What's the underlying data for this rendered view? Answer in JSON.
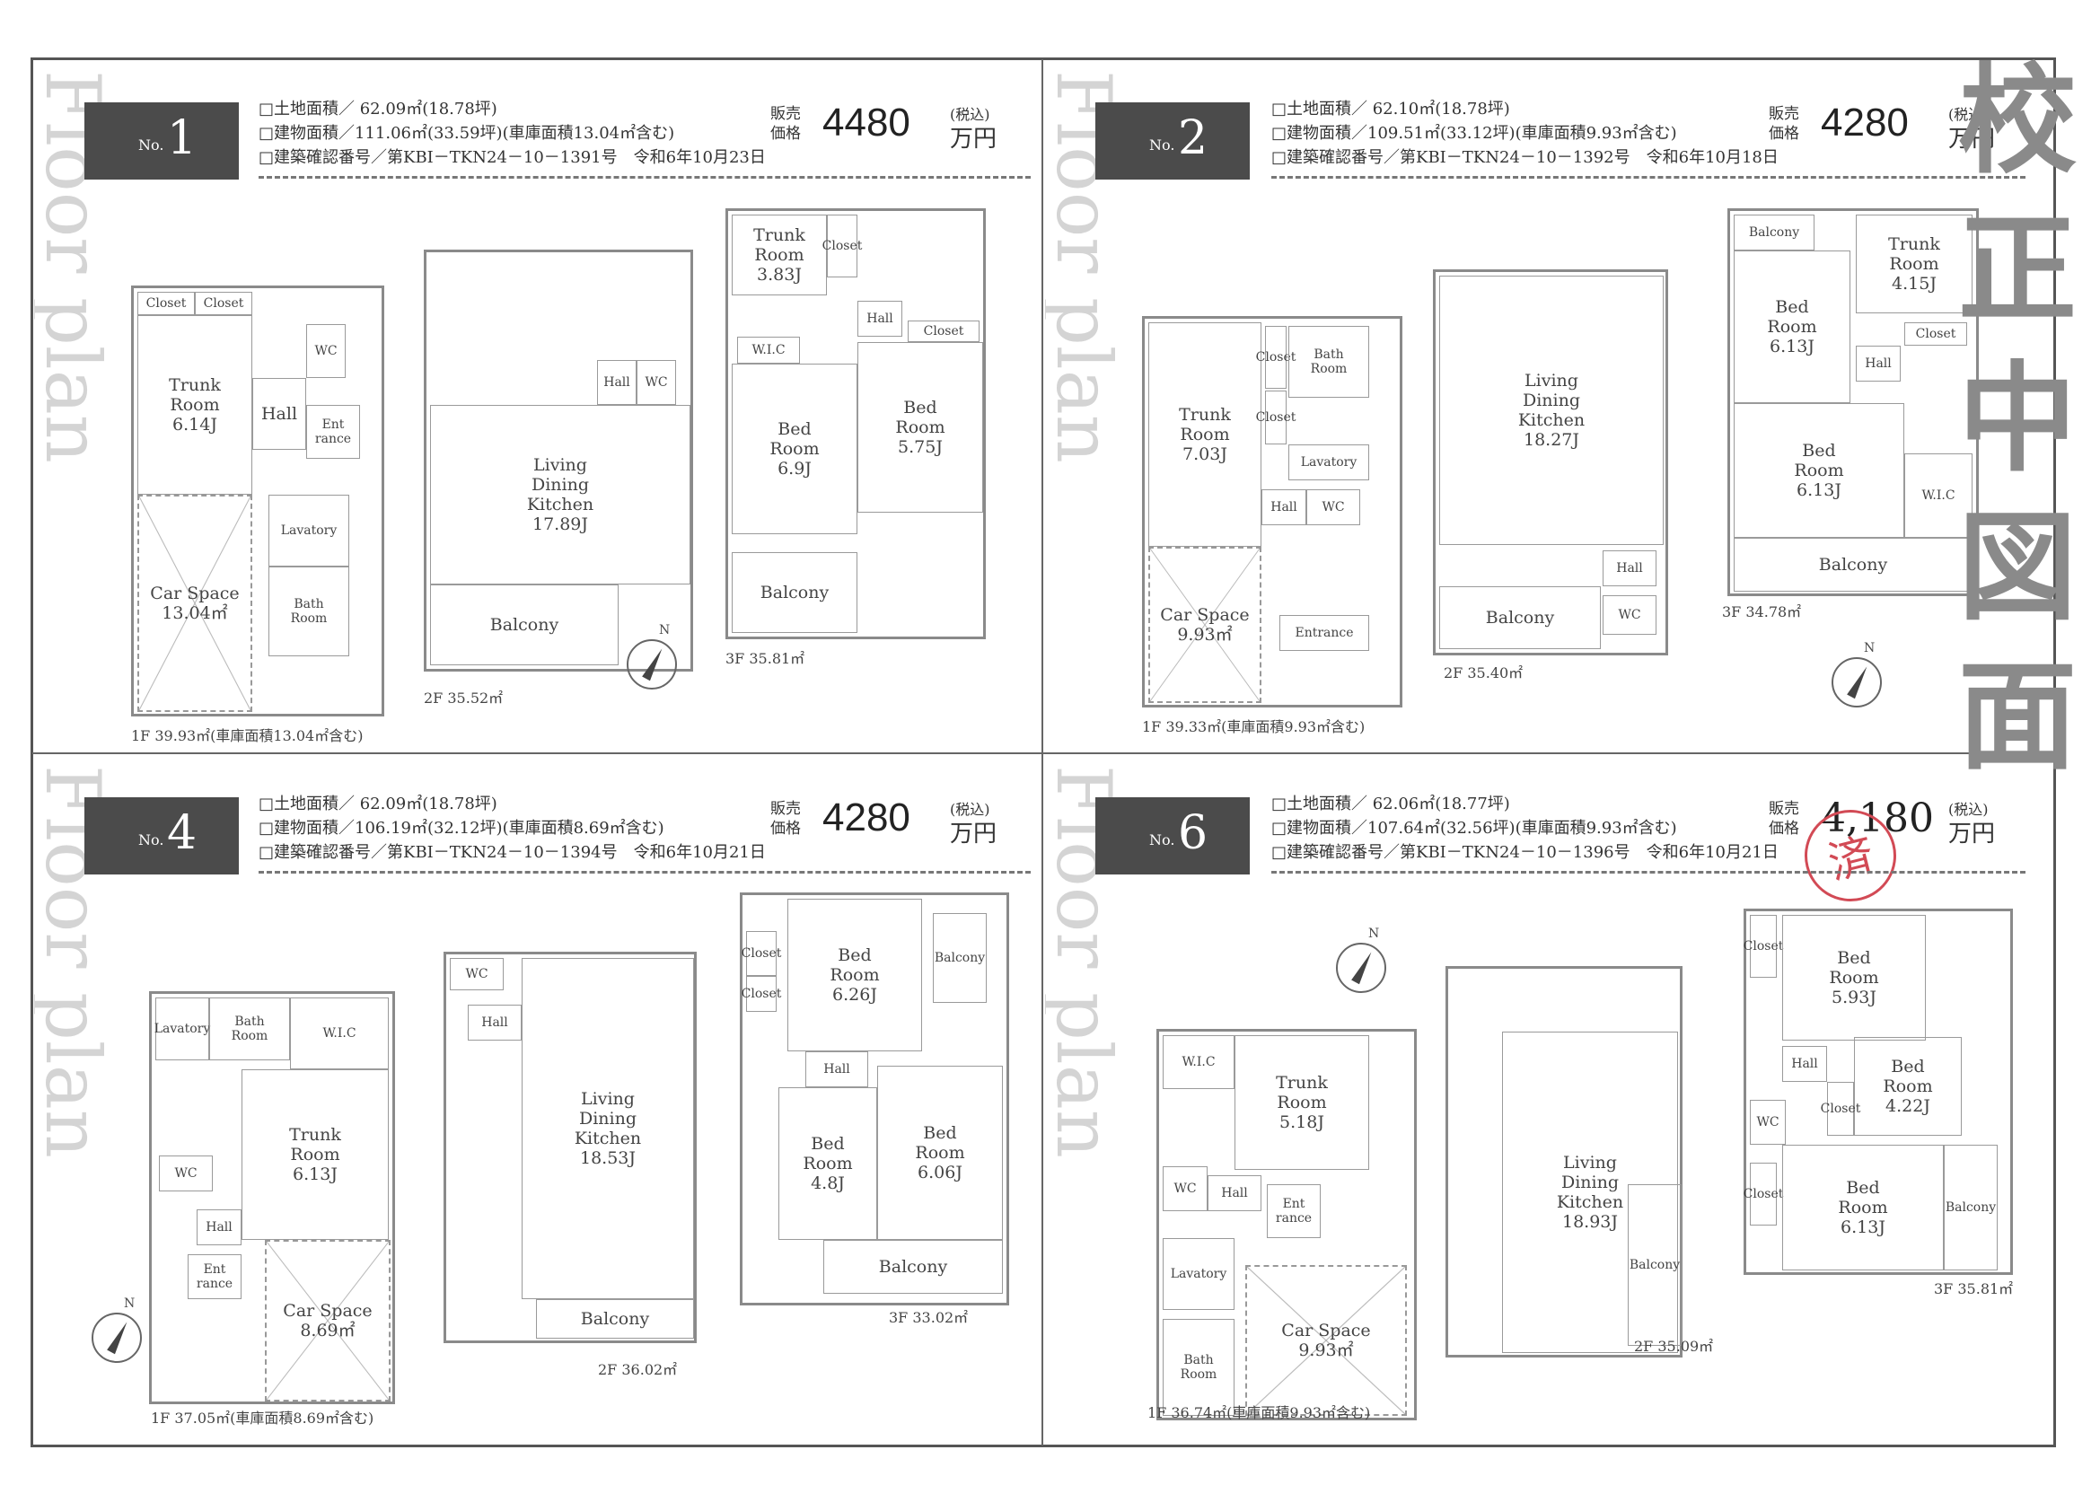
{
  "watermark_text": "Floor plan",
  "stamp_vertical": [
    "校",
    "正",
    "中",
    "図",
    "面"
  ],
  "labels": {
    "price_label": "販売\n価格",
    "tax": "(税込)",
    "unit": "万円",
    "north": "N"
  },
  "properties": [
    {
      "no_prefix": "No.",
      "no": "1",
      "land": "□土地面積／ 62.09㎡(18.78坪)",
      "building": "□建物面積／111.06㎡(33.59坪)(車庫面積13.04㎡含む)",
      "permit": "□建築確認番号／第KBI－TKN24－10－1391号　令和6年10月23日",
      "price": "4480",
      "sold": false,
      "floors": {
        "f1": "1F 39.93㎡(車庫面積13.04㎡含む)",
        "f2": "2F 35.52㎡",
        "f3": "3F 35.81㎡"
      },
      "rooms": {
        "trunk": "Trunk\nRoom\n6.14J",
        "car": "Car Space\n13.04㎡",
        "hall": "Hall",
        "entrance": "Ent\nrance",
        "lavatory": "Lavatory",
        "bath": "Bath\nRoom",
        "wc": "WC",
        "closet": "Closet",
        "closet2": "Closet",
        "ldk": "Living\nDining\nKitchen\n17.89J",
        "balcony2": "Balcony",
        "hall2": "Hall",
        "wc2": "WC",
        "trunk3": "Trunk\nRoom\n3.83J",
        "closet3": "Closet",
        "hall3": "Hall",
        "wic": "W.I.C",
        "bed_a": "Bed\nRoom\n6.9J",
        "bed_b": "Bed\nRoom\n5.75J",
        "closet4": "Closet",
        "balcony3": "Balcony"
      }
    },
    {
      "no_prefix": "No.",
      "no": "2",
      "land": "□土地面積／ 62.10㎡(18.78坪)",
      "building": "□建物面積／109.51㎡(33.12坪)(車庫面積9.93㎡含む)",
      "permit": "□建築確認番号／第KBI－TKN24－10－1392号　令和6年10月18日",
      "price": "4280",
      "sold": false,
      "floors": {
        "f1": "1F 39.33㎡(車庫面積9.93㎡含む)",
        "f2": "2F 35.40㎡",
        "f3": "3F 34.78㎡"
      },
      "rooms": {
        "trunk": "Trunk\nRoom\n7.03J",
        "car": "Car Space\n9.93㎡",
        "bath": "Bath\nRoom",
        "lavatory": "Lavatory",
        "hall": "Hall",
        "wc": "WC",
        "entrance": "Entrance",
        "closet": "Closet",
        "closet2": "Closet",
        "ldk": "Living\nDining\nKitchen\n18.27J",
        "balcony2": "Balcony",
        "hall2": "Hall",
        "wc2": "WC",
        "balcony3a": "Balcony",
        "trunk3": "Trunk\nRoom\n4.15J",
        "bed_a": "Bed\nRoom\n6.13J",
        "bed_b": "Bed\nRoom\n6.13J",
        "hall3": "Hall",
        "closet3": "Closet",
        "wic": "W.I.C",
        "balcony3": "Balcony"
      }
    },
    {
      "no_prefix": "No.",
      "no": "4",
      "land": "□土地面積／ 62.09㎡(18.78坪)",
      "building": "□建物面積／106.19㎡(32.12坪)(車庫面積8.69㎡含む)",
      "permit": "□建築確認番号／第KBI－TKN24－10－1394号　令和6年10月21日",
      "price": "4280",
      "sold": false,
      "floors": {
        "f1": "1F 37.05㎡(車庫面積8.69㎡含む)",
        "f2": "2F 36.02㎡",
        "f3": "3F 33.02㎡"
      },
      "rooms": {
        "lavatory": "Lavatory",
        "bath": "Bath\nRoom",
        "wic": "W.I.C",
        "trunk": "Trunk\nRoom\n6.13J",
        "wc": "WC",
        "hall": "Hall",
        "entrance": "Ent\nrance",
        "car": "Car Space\n8.69㎡",
        "wc2": "WC",
        "hall2": "Hall",
        "ldk": "Living\nDining\nKitchen\n18.53J",
        "balcony2": "Balcony",
        "bed_a": "Bed\nRoom\n6.26J",
        "balcony3a": "Balcony",
        "closet3": "Closet",
        "closet4": "Closet",
        "hall3": "Hall",
        "bed_b": "Bed\nRoom\n4.8J",
        "bed_c": "Bed\nRoom\n6.06J",
        "balcony3": "Balcony"
      }
    },
    {
      "no_prefix": "No.",
      "no": "6",
      "land": "□土地面積／ 62.06㎡(18.77坪)",
      "building": "□建物面積／107.64㎡(32.56坪)(車庫面積9.93㎡含む)",
      "permit": "□建築確認番号／第KBI－TKN24－10－1396号　令和6年10月21日",
      "price": "4,180",
      "sold": true,
      "sold_mark": "済",
      "floors": {
        "f1": "1F 36.74㎡(車庫面積9.93㎡含む)",
        "f2": "2F 35.09㎡",
        "f3": "3F 35.81㎡"
      },
      "rooms": {
        "wic": "W.I.C",
        "trunk": "Trunk\nRoom\n5.18J",
        "wc": "WC",
        "hall": "Hall",
        "entrance": "Ent\nrance",
        "lavatory": "Lavatory",
        "bath": "Bath\nRoom",
        "car": "Car Space\n9.93㎡",
        "ldk": "Living\nDining\nKitchen\n18.93J",
        "balcony2": "Balcony",
        "closet3": "Closet",
        "bed_a": "Bed\nRoom\n5.93J",
        "hall3": "Hall",
        "bed_b": "Bed\nRoom\n4.22J",
        "closet4": "Closet",
        "wc3": "WC",
        "closet5": "Closet",
        "bed_c": "Bed\nRoom\n6.13J",
        "balcony3": "Balcony"
      }
    }
  ]
}
